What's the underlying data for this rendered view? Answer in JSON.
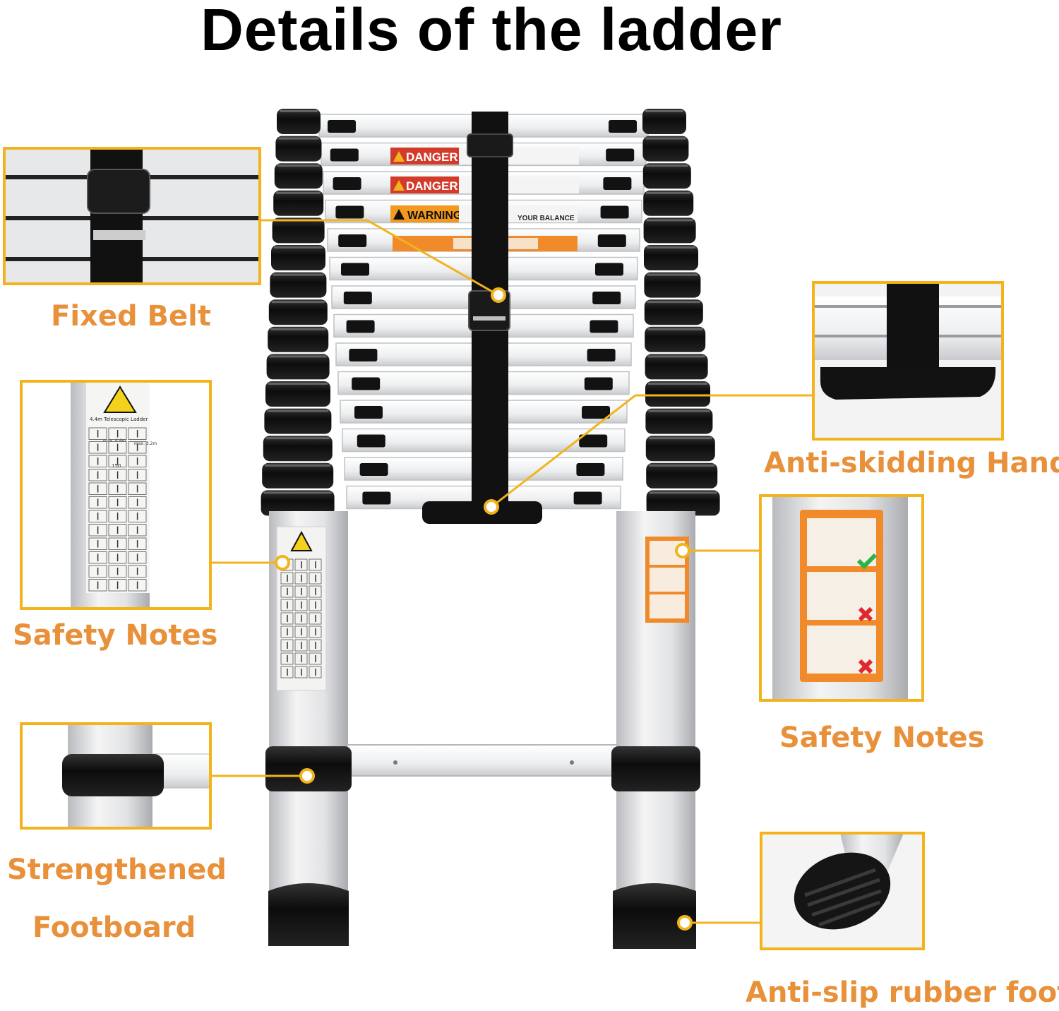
{
  "title": "Details of the ladder",
  "colors": {
    "accent": "#f2b31c",
    "label": "#e8913a",
    "rubber": "#111111",
    "aluminum": "#dcdde0"
  },
  "labels": {
    "fixed_belt": "Fixed Belt",
    "safety_notes_left": "Safety Notes",
    "strengthened": "Strengthened",
    "footboard": "Footboard",
    "anti_skid_handle": "Anti-skidding Handle",
    "safety_notes_right": "Safety Notes",
    "anti_slip_foot": "Anti-slip rubber foot"
  },
  "stickers": {
    "danger_1": "DANGER",
    "danger_2": "DANGER",
    "warning": "WARNING",
    "balance": "YOUR BALANCE",
    "safety_sticker_title": "4.4m Telescopic Ladder",
    "max_1": "max. 4.4m",
    "max_2": "max. 3.2m",
    "load": "150"
  }
}
